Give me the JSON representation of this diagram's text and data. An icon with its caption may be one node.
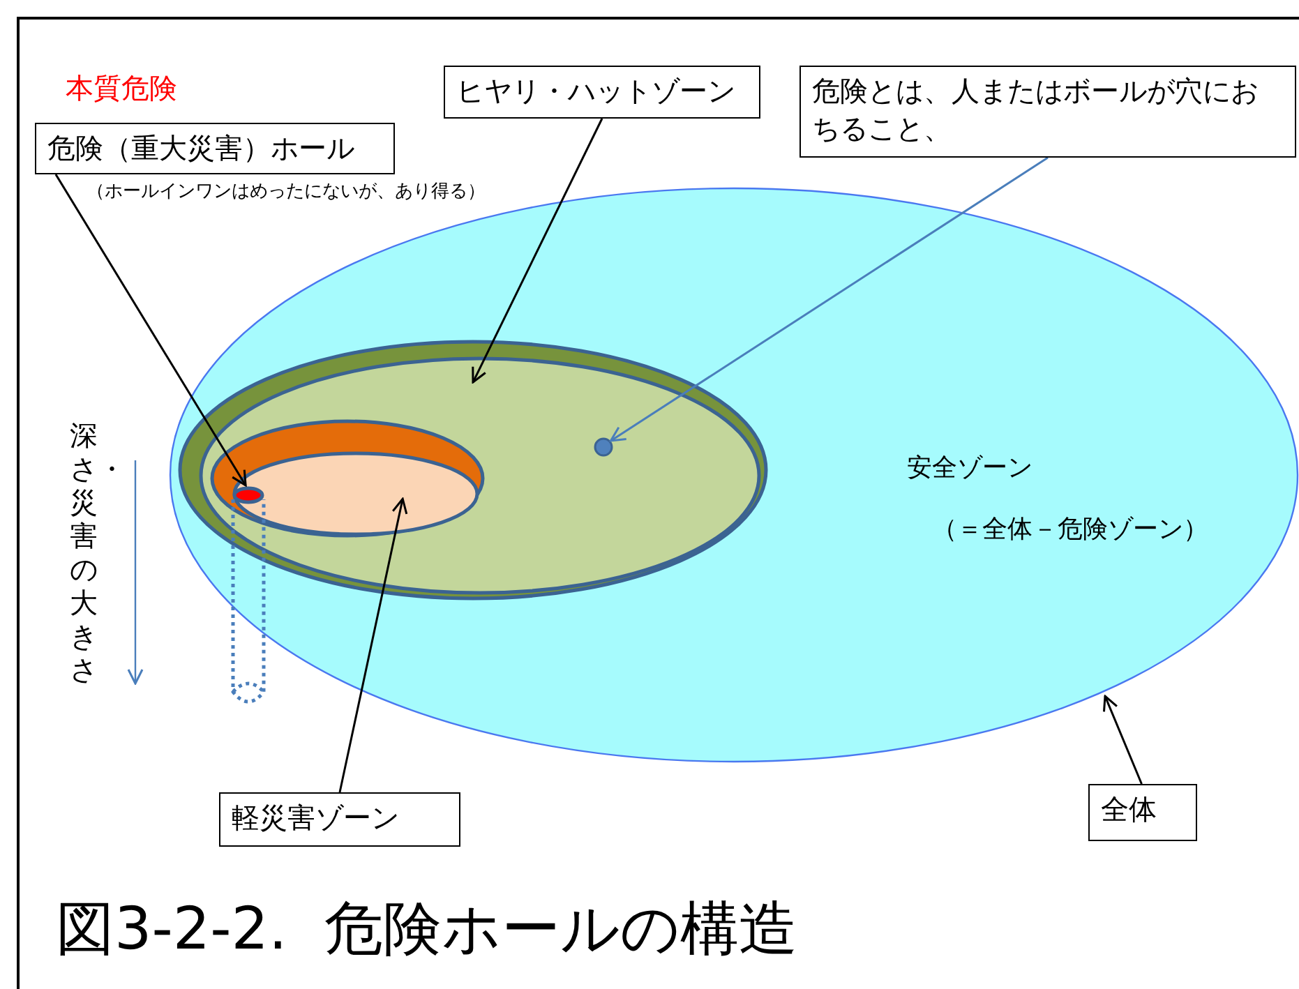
{
  "diagram": {
    "caption": "図3-2-2.  危険ホールの構造",
    "nodes": [
      {
        "text": [
          "安全ゾーン",
          "（＝全体－危険ゾーン）"
        ]
      },
      {
        "text": [],
        "shape": "ellipse",
        "in": 0
      },
      {
        "text": [],
        "shape": "ellipse",
        "in": 1
      },
      {
        "text": [],
        "shape": "ellipse",
        "in": 2
      },
      {
        "text": [],
        "shape": "circle",
        "in": 1
      },
      {
        "text": [
          "危険（重大災害）ホール"
        ],
        "beside": [
          "（ホールインワンはめったにないが、あり得る）"
        ]
      },
      {
        "text": [
          "ヒヤリ・ハットゾーン"
        ]
      },
      {
        "text": [
          "危険とは、人またはボールが穴におちること、"
        ]
      },
      {
        "text": [
          "軽災害ゾーン"
        ]
      },
      {
        "text": [
          "全体"
        ]
      }
    ],
    "edges": [
      {
        "from": 5,
        "to": 3,
        "arrow": "to"
      },
      {
        "from": 6,
        "to": 1,
        "arrow": "to"
      },
      {
        "from": 7,
        "to": 4,
        "arrow": "to",
        "color": "#4a7ebb"
      },
      {
        "from": 8,
        "to": 2,
        "arrow": "to"
      },
      {
        "from": 9,
        "to": 0,
        "arrow": "to"
      }
    ],
    "labels": [
      "本質危険",
      "深さ・災害の大きさ"
    ]
  }
}
